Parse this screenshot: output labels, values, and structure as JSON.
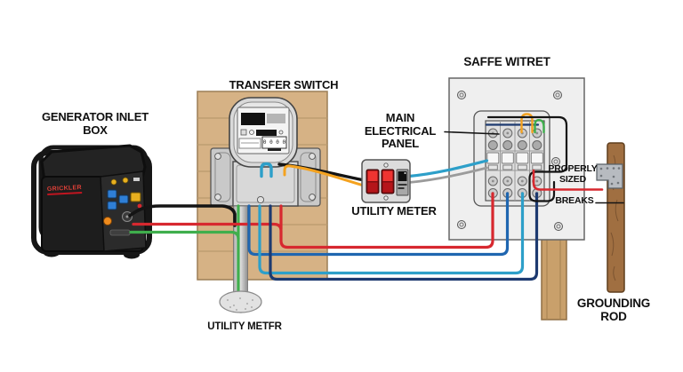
{
  "labels": {
    "generator_inlet_box": {
      "line1": "GENERATOR INLET",
      "line2": "BOX"
    },
    "transfer_switch": "TRANSFER SWITCH",
    "main_electrical_panel": {
      "line1": "MAIN",
      "line2": "ELECTRICAL",
      "line3": "PANEL"
    },
    "utility_meter": "UTILITY METER",
    "safe_panel": "SAFFE WITRET",
    "properly_sized": {
      "line1": "PROPERLY",
      "line2": "SIZED"
    },
    "breaks": "BREAKS",
    "grounding_rod": {
      "line1": "GROUNDING",
      "line2": "ROD"
    },
    "utility_meter_pole": "UTILITY METFR",
    "generator_brand": "GRICKLER"
  },
  "transfer_switch_meter": {
    "register": "0 0 0 0"
  },
  "colors": {
    "wire_black": "#141414",
    "wire_red": "#d7282f",
    "wire_green": "#3fae4c",
    "wire_blue": "#1f66b0",
    "wire_teal": "#2d9fc9",
    "wire_navy": "#1d3a70",
    "wire_orange": "#f4a21f",
    "wire_gray": "#9b9b9b",
    "board_wood": "#d6b285",
    "post_wood": "#c9a06b",
    "rod_wood": "#a06f41",
    "panel_gray": "#efefef",
    "rocker_red": "#ee3431"
  }
}
